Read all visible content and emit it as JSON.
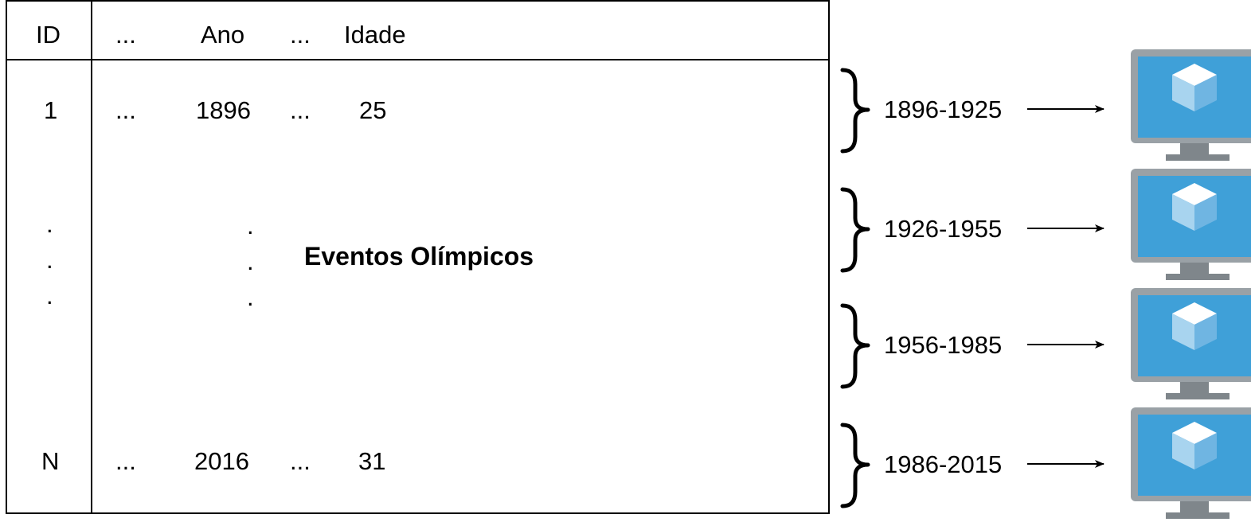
{
  "table": {
    "headers": [
      "ID",
      "...",
      "Ano",
      "...",
      "Idade"
    ],
    "rows": [
      [
        "1",
        "...",
        "1896",
        "...",
        "25"
      ],
      [
        "N",
        "...",
        "2016",
        "...",
        "31"
      ]
    ],
    "ellipsis_dot": ".",
    "title": "Eventos Olímpicos"
  },
  "partitions": [
    {
      "range": "1896-1925",
      "icon": "virtual-machine-icon"
    },
    {
      "range": "1926-1955",
      "icon": "virtual-machine-icon"
    },
    {
      "range": "1956-1985",
      "icon": "virtual-machine-icon"
    },
    {
      "range": "1986-2015",
      "icon": "virtual-machine-icon"
    }
  ],
  "colors": {
    "line": "#000000",
    "monitor_frame": "#9aa1a6",
    "monitor_screen": "#3fa0d8",
    "cube_light": "#ffffff",
    "cube_mid": "#a8d4ef",
    "cube_dark": "#6fb5e2",
    "stand": "#7f868b"
  }
}
